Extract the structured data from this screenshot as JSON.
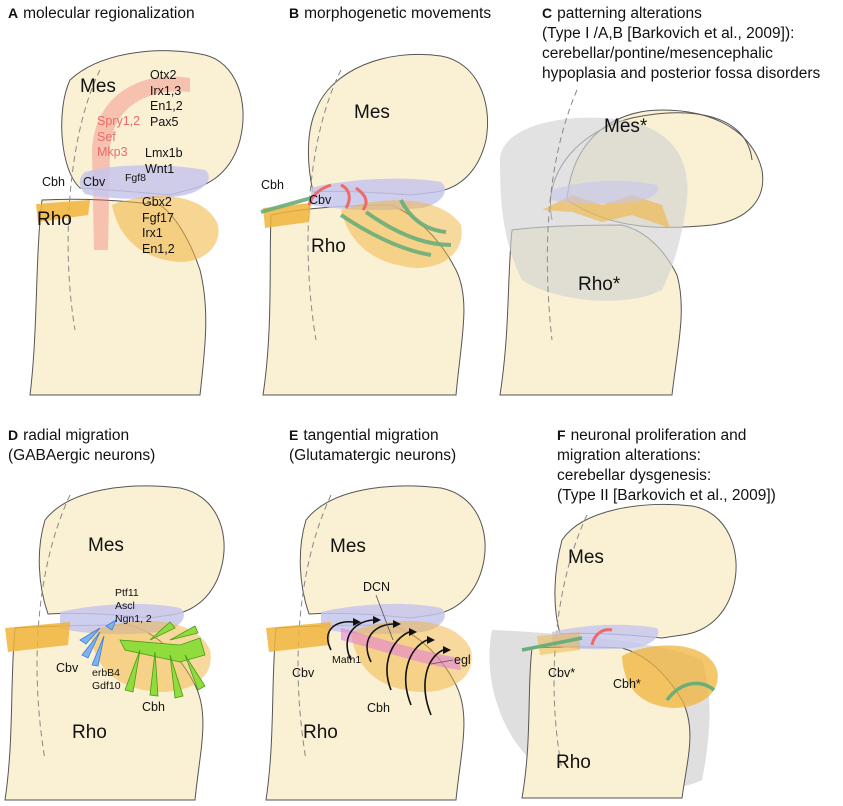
{
  "panels": {
    "A": {
      "letter": "A",
      "title": "molecular regionalization",
      "mes": "Mes",
      "rho": "Rho",
      "cbh": "Cbh",
      "cbv": "Cbv",
      "fgf8": "Fgf8",
      "mid_genes": [
        "Otx2",
        "Irx1,3",
        "En1,2",
        "Pax5"
      ],
      "red_genes": [
        "Spry1,2",
        "Sef",
        "Mkp3"
      ],
      "isthmic_genes": [
        "Lmx1b",
        "Wnt1"
      ],
      "rho_genes": [
        "Gbx2",
        "Fgf17",
        "Irx1",
        "En1,2"
      ]
    },
    "B": {
      "letter": "B",
      "title": "morphogenetic movements",
      "mes": "Mes",
      "rho": "Rho",
      "cbh": "Cbh",
      "cbv": "Cbv"
    },
    "C": {
      "letter": "C",
      "title_lines": [
        "patterning alterations",
        "(Type I /A,B [Barkovich et al., 2009]):",
        "cerebellar/pontine/mesencephalic",
        "hypoplasia and posterior fossa disorders"
      ],
      "mes": "Mes*",
      "rho": "Rho*"
    },
    "D": {
      "letter": "D",
      "title_lines": [
        "radial migration",
        "(GABAergic neurons)"
      ],
      "mes": "Mes",
      "rho": "Rho",
      "cbh": "Cbh",
      "cbv": "Cbv",
      "genes_top": [
        "Ptf11",
        "Ascl",
        "Ngn1, 2"
      ],
      "genes_bottom": [
        "erbB4",
        "Gdf10"
      ]
    },
    "E": {
      "letter": "E",
      "title_lines": [
        "tangential migration",
        "(Glutamatergic neurons)"
      ],
      "mes": "Mes",
      "rho": "Rho",
      "cbh": "Cbh",
      "cbv": "Cbv",
      "dcn": "DCN",
      "egl": "egl",
      "math1": "Math1"
    },
    "F": {
      "letter": "F",
      "title_lines": [
        "neuronal proliferation and",
        "migration alterations:",
        "cerebellar dysgenesis:",
        "(Type II [Barkovich et al., 2009])"
      ],
      "mes": "Mes",
      "rho": "Rho",
      "cbh": "Cbh*",
      "cbv": "Cbv*"
    }
  },
  "colors": {
    "tissue": "#faf0d4",
    "outline": "#555555",
    "cerebellum": "#f0b43c",
    "isthmus": "#c6c6ec",
    "gray": "#d2d2d2",
    "red": "#ee6a6a",
    "green": "#6aae7a",
    "lime": "#8fdc3c",
    "blue": "#7db3f0",
    "magenta": "#e07ad8"
  }
}
